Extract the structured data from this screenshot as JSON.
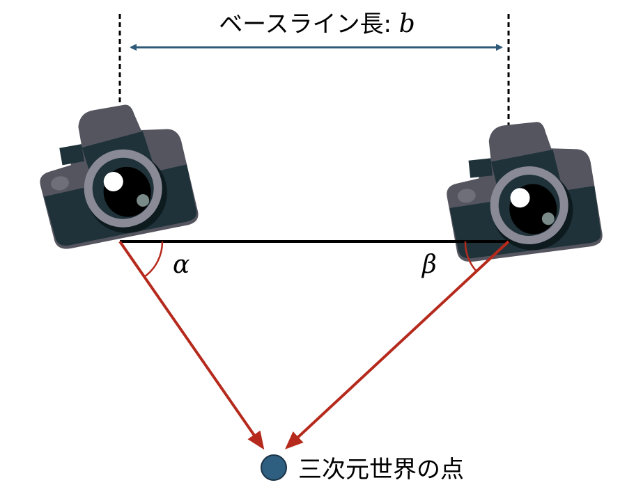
{
  "title": {
    "text": "ベースライン長: ",
    "var": "b"
  },
  "angles": {
    "left": "α",
    "right": "β"
  },
  "point_label": "三次元世界の点",
  "colors": {
    "baseline_arrow": "#2e5a78",
    "rays": "#b52a1c",
    "point": "#2e5f80",
    "camera_body": "#1f3239",
    "camera_gray": "#55555f"
  }
}
